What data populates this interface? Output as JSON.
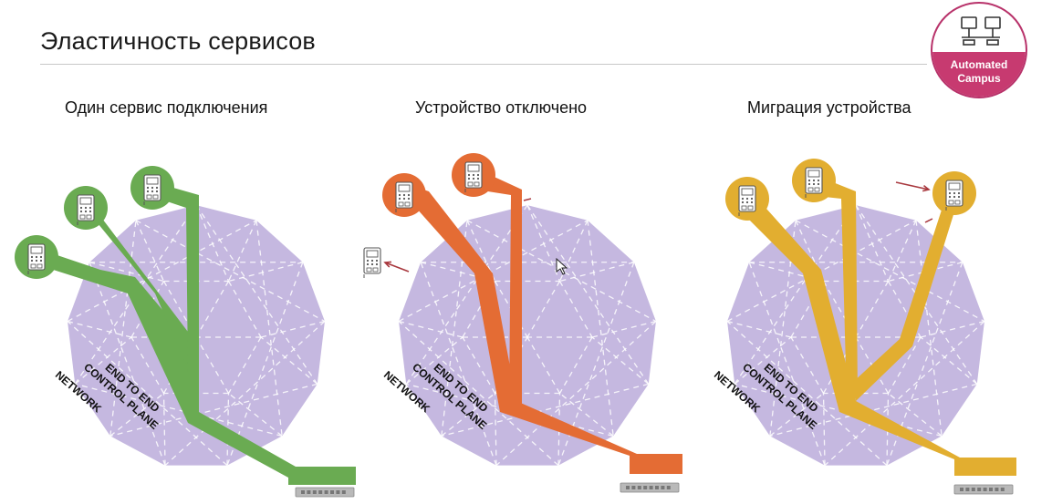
{
  "page": {
    "title": "Эластичность сервисов"
  },
  "badge": {
    "label": "Automated\nCampus",
    "icon": "network-computers-icon"
  },
  "panels": [
    {
      "heading": "Один сервис подключения",
      "path_color": "#6aab52",
      "state": "connected"
    },
    {
      "heading": "Устройство отключено",
      "path_color": "#e46c34",
      "state": "disconnected"
    },
    {
      "heading": "Миграция устройства",
      "path_color": "#e2ae30",
      "state": "migrated"
    }
  ],
  "network": {
    "line1": "END TO END",
    "line2": "CONTROL PLANE",
    "line3": "NETWORK",
    "fill_color": "#c5b8e0"
  },
  "colors": {
    "arrow": "#a8383e",
    "switch": "#b9b9b9"
  }
}
